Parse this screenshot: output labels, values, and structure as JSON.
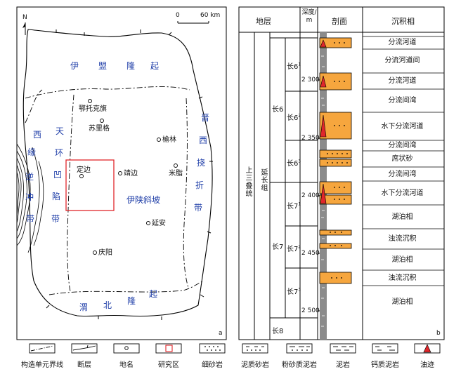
{
  "map": {
    "scale": {
      "zero": "0",
      "distance": "60 km"
    },
    "north": "N",
    "panel_letter": "a",
    "regions": {
      "yimeng": [
        "伊",
        "盟",
        "隆",
        "起"
      ],
      "xiyuan": [
        "西",
        "缘",
        "逆",
        "冲",
        "带"
      ],
      "tianhuan": [
        "天",
        "环",
        "凹",
        "陷",
        "带"
      ],
      "jinxi": [
        "晋",
        "西",
        "挠",
        "折",
        "带"
      ],
      "weibei": [
        "渭",
        "北",
        "隆",
        "起"
      ],
      "yishan": "伊陕斜坡"
    },
    "cities": [
      {
        "name": "鄂托克旗"
      },
      {
        "name": "苏里格"
      },
      {
        "name": "榆林"
      },
      {
        "name": "定边"
      },
      {
        "name": "靖边"
      },
      {
        "name": "米脂"
      },
      {
        "name": "延安"
      },
      {
        "name": "庆阳"
      }
    ]
  },
  "column": {
    "headers": {
      "strata": "地层",
      "depth": "深度/\nm",
      "section": "剖面",
      "facies": "沉积相"
    },
    "panel_letter": "b",
    "system": "上三叠统",
    "formation": "延长组",
    "members": [
      "长6",
      "长7",
      "长8"
    ],
    "submembers": [
      {
        "base": "长6",
        "sup": "1"
      },
      {
        "base": "长6",
        "sup": "2"
      },
      {
        "base": "长6",
        "sup": "3"
      },
      {
        "base": "长7",
        "sup": "1"
      },
      {
        "base": "长7",
        "sup": "2"
      },
      {
        "base": "长7",
        "sup": "3"
      }
    ],
    "depths": [
      "2 300",
      "2 350",
      "2 400",
      "2 450",
      "2 500"
    ],
    "facies": [
      "分流河道",
      "分流河道间",
      "分流河道",
      "分流间湾",
      "水下分流河道",
      "分流间湾",
      "席状砂",
      "分流间湾",
      "水下分流河道",
      "湖泊相",
      "浊流沉积",
      "湖泊相",
      "浊流沉积",
      "湖泊相"
    ]
  },
  "legend": [
    {
      "label": "构造单元界线",
      "icon": "dash-dot-line"
    },
    {
      "label": "断层",
      "icon": "fault-line"
    },
    {
      "label": "地名",
      "icon": "circle"
    },
    {
      "label": "研究区",
      "icon": "red-box"
    },
    {
      "label": "细砂岩",
      "icon": "dots"
    },
    {
      "label": "泥质砂岩",
      "icon": "dots-dashes"
    },
    {
      "label": "粉砂质泥岩",
      "icon": "dashes-dots"
    },
    {
      "label": "泥岩",
      "icon": "dashes"
    },
    {
      "label": "钙质泥岩",
      "icon": "dashes-c"
    },
    {
      "label": "油迹",
      "icon": "oil-drop"
    }
  ],
  "colors": {
    "sand": "#f6a63e",
    "mud": "#8b8b8b",
    "region_text": "#1f3ea8",
    "study_area": "#e0262b"
  }
}
